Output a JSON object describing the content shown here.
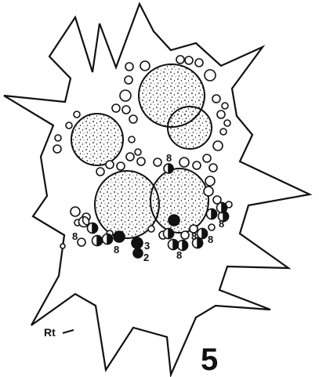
{
  "figure": {
    "plate_number": "5",
    "pointer_label": "Rt",
    "small_labels": [
      "8",
      "8",
      "8",
      "3",
      "2",
      "8",
      "8",
      "8",
      "8"
    ]
  },
  "colors": {
    "ink": "#111111",
    "background": "#ffffff"
  }
}
